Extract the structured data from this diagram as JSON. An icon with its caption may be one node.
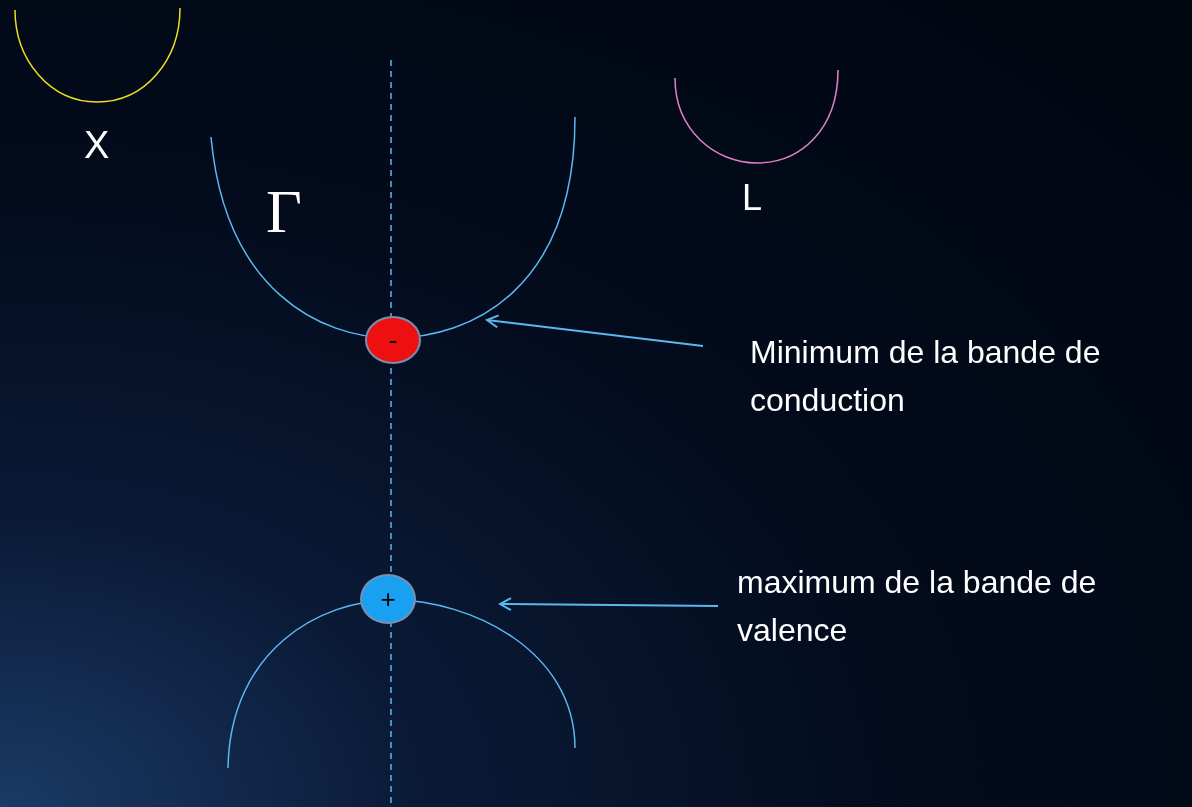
{
  "diagram": {
    "nodes": [
      {
        "text": [
          "-"
        ]
      },
      {
        "text": [
          "+"
        ]
      },
      {
        "text": [],
        "shape": "arc"
      },
      {
        "text": [],
        "shape": "arc"
      },
      {
        "text": [
          "Minimum de la bande de conduction"
        ]
      },
      {
        "text": [
          "maximum de la bande de valence"
        ]
      }
    ],
    "edges": [
      {
        "from": 4,
        "to": 2,
        "arrow": "to"
      },
      {
        "from": 5,
        "to": 3,
        "arrow": "to"
      }
    ],
    "labels": [
      "X",
      "Γ",
      "L"
    ]
  }
}
